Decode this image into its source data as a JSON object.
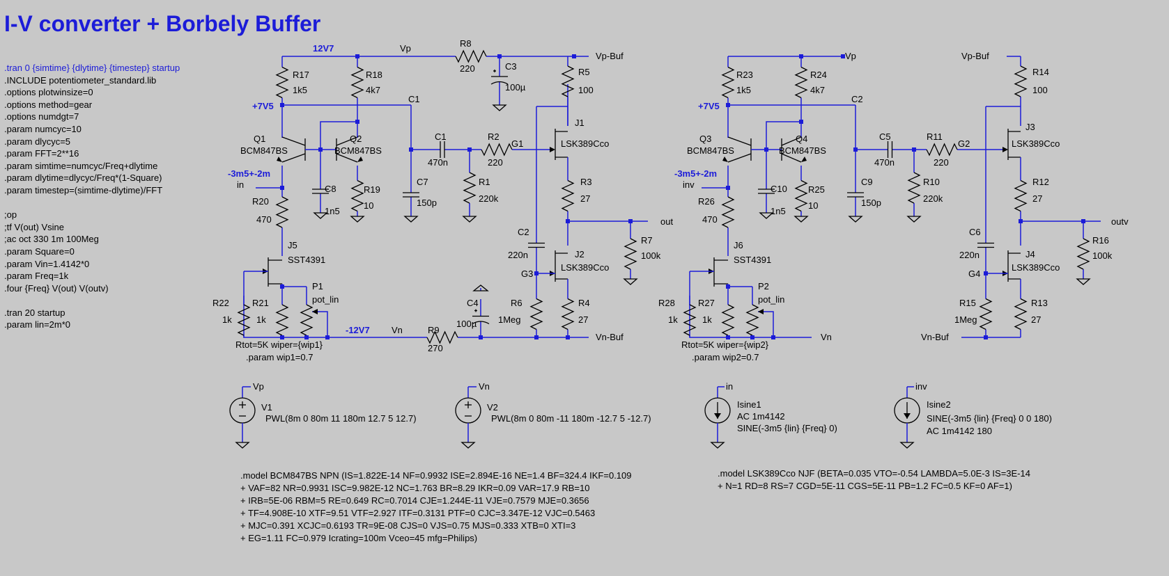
{
  "title": "I-V converter + Borbely Buffer",
  "directives": [
    ".tran 0 {simtime} {dlytime} {timestep} startup",
    ".INCLUDE potentiometer_standard.lib",
    ".options plotwinsize=0",
    ".options method=gear",
    ".options numdgt=7",
    ".param numcyc=10",
    ".param dlycyc=5",
    ".param FFT=2**16",
    ".param simtime=numcyc/Freq+dlytime",
    ".param dlytime=dlycyc/Freq*(1-Square)",
    ".param timestep=(simtime-dlytime)/FFT",
    "",
    ";op",
    ";tf V(out) Vsine",
    ";ac oct 330 1m 100Meg",
    ".param Square=0",
    ".param Vin=1.4142*0",
    ".param Freq=1k",
    ".four {Freq} V(out) V(outv)",
    "",
    ".tran 20 startup",
    ".param lin=2m*0"
  ],
  "colors": {
    "wire": "#1c1cd8",
    "background": "#c8c8c8",
    "part": "#000000"
  },
  "left_circuit": {
    "net_12v7": "12V7",
    "net_vp": "Vp",
    "net_vpbuf": "Vp-Buf",
    "net_7v5": "+7V5",
    "net_c1": "C1",
    "net_g1": "G1",
    "net_g3": "G3",
    "net_out": "out",
    "net_m12v7": "-12V7",
    "net_vn": "Vn",
    "net_vnbuf": "Vn-Buf",
    "net_in": "in",
    "in_bias": "-3m5+-2m",
    "R8": {
      "name": "R8",
      "value": "220"
    },
    "C3": {
      "name": "C3",
      "value": "100µ"
    },
    "R5": {
      "name": "R5",
      "value": "100"
    },
    "R17": {
      "name": "R17",
      "value": "1k5"
    },
    "R18": {
      "name": "R18",
      "value": "4k7"
    },
    "Q1": {
      "name": "Q1",
      "model": "BCM847BS"
    },
    "Q2": {
      "name": "Q2",
      "model": "BCM847BS"
    },
    "C8": {
      "name": "C8",
      "value": "1n5"
    },
    "R19": {
      "name": "R19",
      "value": "10"
    },
    "C7": {
      "name": "C7",
      "value": "150p"
    },
    "C1": {
      "name": "C1",
      "value": "470n"
    },
    "R2": {
      "name": "R2",
      "value": "220"
    },
    "R1": {
      "name": "R1",
      "value": "220k"
    },
    "J1": {
      "name": "J1",
      "model": "LSK389Cco"
    },
    "R3": {
      "name": "R3",
      "value": "27"
    },
    "R7": {
      "name": "R7",
      "value": "100k"
    },
    "C2": {
      "name": "C2",
      "value": "220n"
    },
    "J2": {
      "name": "J2",
      "model": "LSK389Cco"
    },
    "R6": {
      "name": "R6",
      "value": "1Meg"
    },
    "R4": {
      "name": "R4",
      "value": "27"
    },
    "C4": {
      "name": "C4",
      "value": "100µ"
    },
    "R9": {
      "name": "R9",
      "value": "270"
    },
    "R20": {
      "name": "R20",
      "value": "470"
    },
    "J5": {
      "name": "J5",
      "model": "SST4391"
    },
    "R22": {
      "name": "R22",
      "value": "1k"
    },
    "R21": {
      "name": "R21",
      "value": "1k"
    },
    "P1": {
      "name": "P1",
      "model": "pot_lin"
    },
    "pot_params": "Rtot=5K wiper={wip1}",
    "wip_param": ".param wip1=0.7"
  },
  "right_circuit": {
    "net_vp": "Vp",
    "net_vpbuf": "Vp-Buf",
    "net_7v5": "+7V5",
    "net_c2": "C2",
    "net_g2": "G2",
    "net_g4": "G4",
    "net_outv": "outv",
    "net_vn": "Vn",
    "net_vnbuf": "Vn-Buf",
    "net_inv": "inv",
    "in_bias": "-3m5+-2m",
    "R23": {
      "name": "R23",
      "value": "1k5"
    },
    "R24": {
      "name": "R24",
      "value": "4k7"
    },
    "Q3": {
      "name": "Q3",
      "model": "BCM847BS"
    },
    "Q4": {
      "name": "Q4",
      "model": "BCM847BS"
    },
    "C10": {
      "name": "C10",
      "value": "1n5"
    },
    "R25": {
      "name": "R25",
      "value": "10"
    },
    "C9": {
      "name": "C9",
      "value": "150p"
    },
    "C5": {
      "name": "C5",
      "value": "470n"
    },
    "R11": {
      "name": "R11",
      "value": "220"
    },
    "R10": {
      "name": "R10",
      "value": "220k"
    },
    "R14": {
      "name": "R14",
      "value": "100"
    },
    "J3": {
      "name": "J3",
      "model": "LSK389Cco"
    },
    "R12": {
      "name": "R12",
      "value": "27"
    },
    "R16": {
      "name": "R16",
      "value": "100k"
    },
    "C6": {
      "name": "C6",
      "value": "220n"
    },
    "J4": {
      "name": "J4",
      "model": "LSK389Cco"
    },
    "R15": {
      "name": "R15",
      "value": "1Meg"
    },
    "R13": {
      "name": "R13",
      "value": "27"
    },
    "R26": {
      "name": "R26",
      "value": "470"
    },
    "J6": {
      "name": "J6",
      "model": "SST4391"
    },
    "R28": {
      "name": "R28",
      "value": "1k"
    },
    "R27": {
      "name": "R27",
      "value": "1k"
    },
    "P2": {
      "name": "P2",
      "model": "pot_lin"
    },
    "pot_params": "Rtot=5K wiper={wip2}",
    "wip_param": ".param wip2=0.7"
  },
  "sources": {
    "V1": {
      "name": "V1",
      "net": "Vp",
      "value": "PWL(8m 0 80m 11 180m 12.7 5 12.7)"
    },
    "V2": {
      "name": "V2",
      "net": "Vn",
      "value": "PWL(8m 0 80m -11 180m -12.7 5 -12.7)"
    },
    "Isine1": {
      "name": "Isine1",
      "net": "in",
      "line1": "AC 1m4142",
      "line2": "SINE(-3m5 {lin} {Freq} 0)"
    },
    "Isine2": {
      "name": "Isine2",
      "net": "inv",
      "line1": "SINE(-3m5 {lin} {Freq} 0 0 180)",
      "line2": "AC 1m4142 180"
    }
  },
  "models": {
    "npn": [
      ".model BCM847BS NPN (IS=1.822E-14 NF=0.9932 ISE=2.894E-16 NE=1.4 BF=324.4 IKF=0.109",
      "+ VAF=82 NR=0.9931 ISC=9.982E-12 NC=1.763 BR=8.29 IKR=0.09 VAR=17.9 RB=10",
      "+ IRB=5E-06 RBM=5 RE=0.649 RC=0.7014 CJE=1.244E-11 VJE=0.7579 MJE=0.3656",
      "+ TF=4.908E-10 XTF=9.51 VTF=2.927 ITF=0.3131 PTF=0 CJC=3.347E-12 VJC=0.5463",
      "+ MJC=0.391 XCJC=0.6193 TR=9E-08 CJS=0 VJS=0.75 MJS=0.333 XTB=0 XTI=3",
      "+ EG=1.11 FC=0.979 Icrating=100m Vceo=45 mfg=Philips)"
    ],
    "njf": [
      ".model LSK389Cco NJF (BETA=0.035 VTO=-0.54 LAMBDA=5.0E-3 IS=3E-14",
      "+ N=1 RD=8 RS=7 CGD=5E-11 CGS=5E-11 PB=1.2 FC=0.5 KF=0 AF=1)"
    ]
  }
}
